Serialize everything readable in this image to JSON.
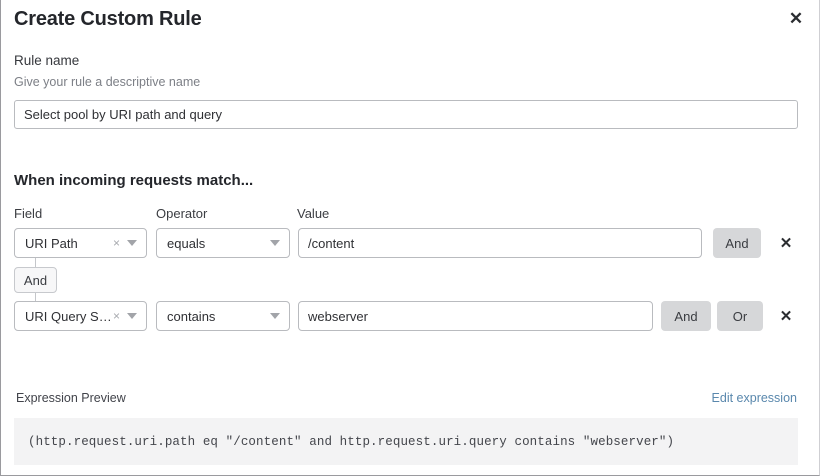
{
  "modal": {
    "title": "Create Custom Rule",
    "close_icon": "close-icon",
    "close_glyph": "✕"
  },
  "rule_name": {
    "label": "Rule name",
    "hint": "Give your rule a descriptive name",
    "value": "Select pool by URI path and query",
    "placeholder": "Give your rule a descriptive name"
  },
  "conditions": {
    "heading": "When incoming requests match...",
    "columns": {
      "field": "Field",
      "operator": "Operator",
      "value": "Value"
    },
    "connector": {
      "label": "And"
    },
    "rows": [
      {
        "field": "URI Path",
        "operator": "equals",
        "value": "/content",
        "clear_glyph": "×",
        "delete_glyph": "✕",
        "logic_buttons": [
          "And"
        ]
      },
      {
        "field": "URI Query St...",
        "operator": "contains",
        "value": "webserver",
        "clear_glyph": "×",
        "delete_glyph": "✕",
        "logic_buttons": [
          "And",
          "Or"
        ]
      }
    ]
  },
  "expression_preview": {
    "label": "Expression Preview",
    "edit_link": "Edit expression",
    "expression": "(http.request.uri.path eq \"/content\" and http.request.uri.query contains \"webserver\")"
  },
  "colors": {
    "link": "#5a88ad",
    "logic_button_bg": "#d6d7d9",
    "code_bg": "#f3f3f4",
    "border": "#b9bbbf"
  }
}
